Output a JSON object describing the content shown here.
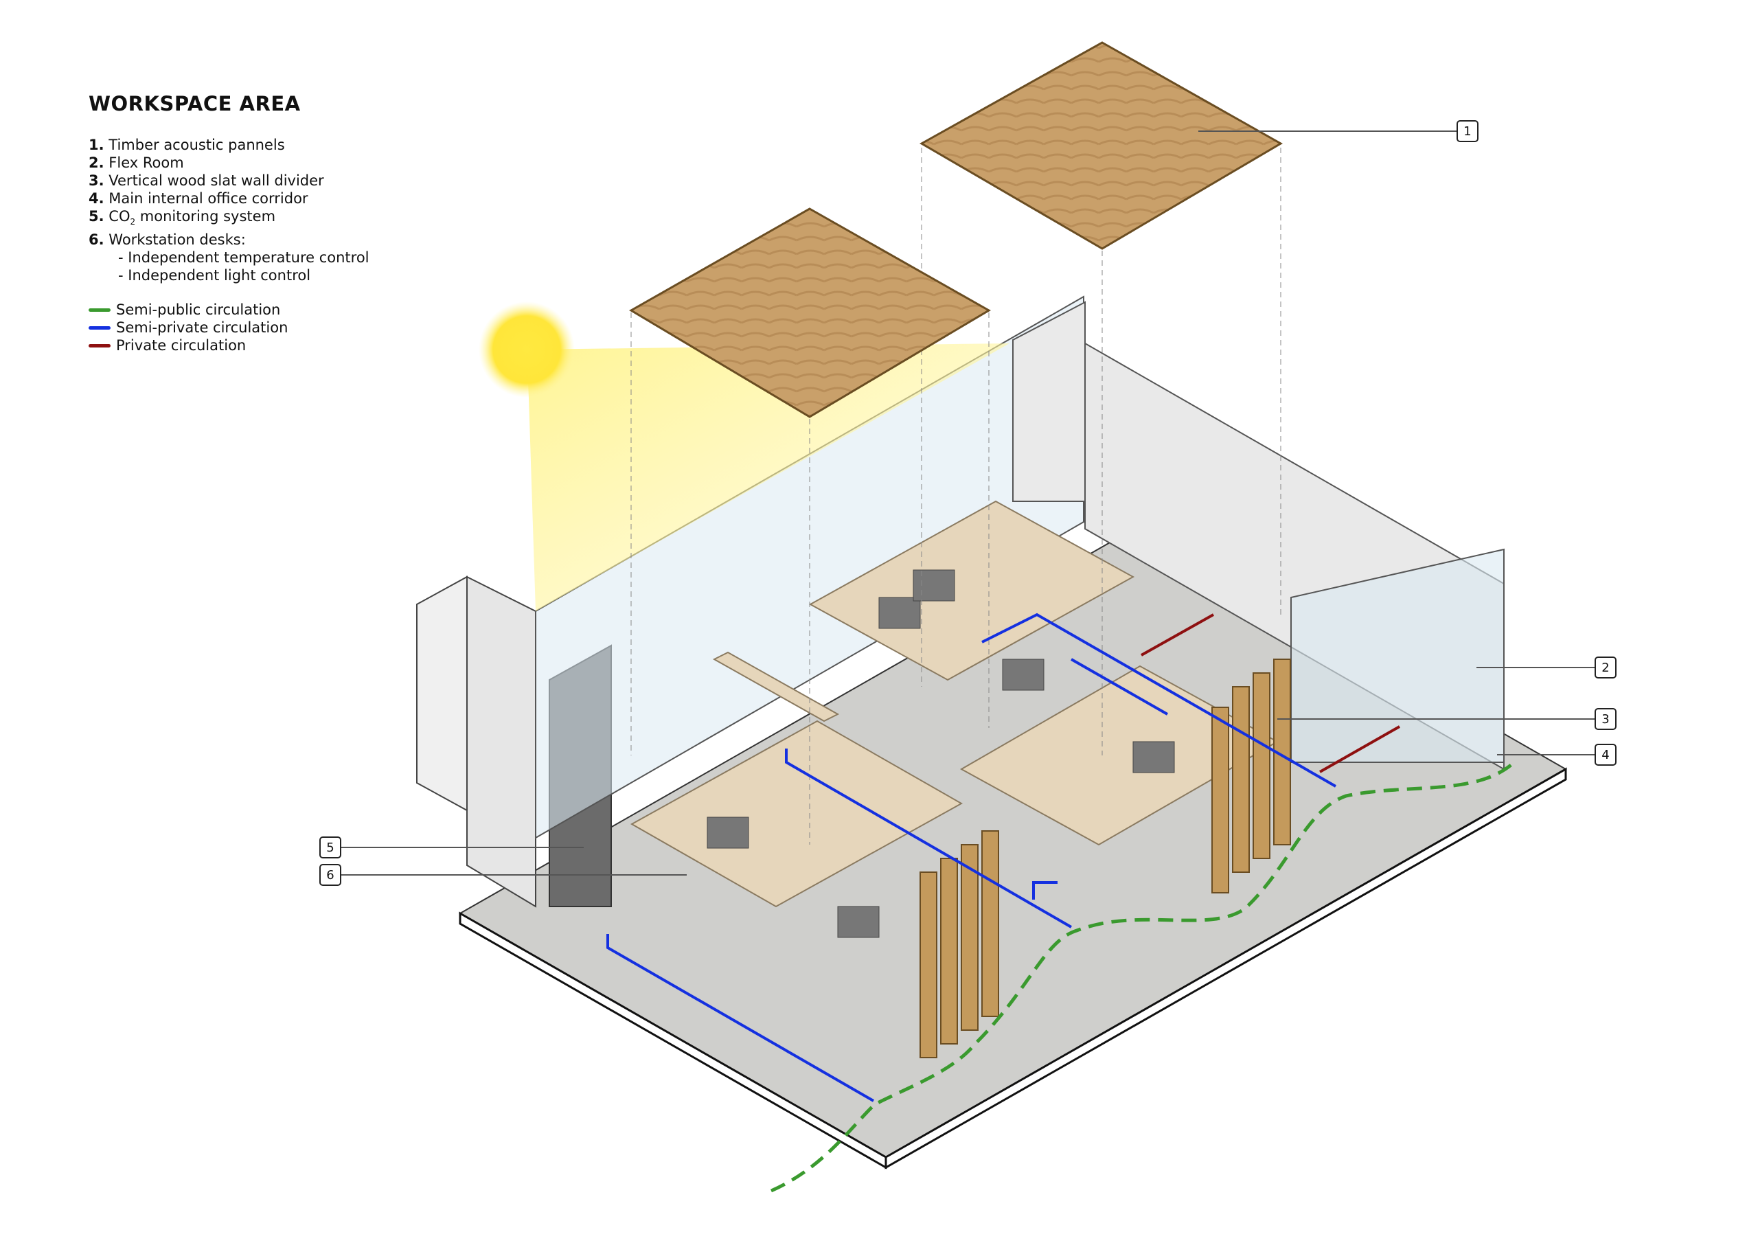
{
  "title": "WORKSPACE AREA",
  "items": [
    {
      "num": "1.",
      "label": "Timber acoustic pannels"
    },
    {
      "num": "2.",
      "label": "Flex Room"
    },
    {
      "num": "3.",
      "label": "Vertical wood slat wall divider"
    },
    {
      "num": "4.",
      "label": "Main internal office corridor"
    },
    {
      "num": "5.",
      "label_pre": "CO",
      "label_sub": "2",
      "label_post": " monitoring system"
    },
    {
      "num": "6.",
      "label": "Workstation desks:"
    }
  ],
  "subitems": [
    "- Independent temperature control",
    "- Independent light control"
  ],
  "keys": [
    {
      "label": "Semi-public circulation",
      "color": "#3a9a2e"
    },
    {
      "label": "Semi-private circulation",
      "color": "#1430e0"
    },
    {
      "label": "Private circulation",
      "color": "#8e1010"
    }
  ],
  "callouts": [
    "1",
    "2",
    "3",
    "4",
    "5",
    "6"
  ]
}
